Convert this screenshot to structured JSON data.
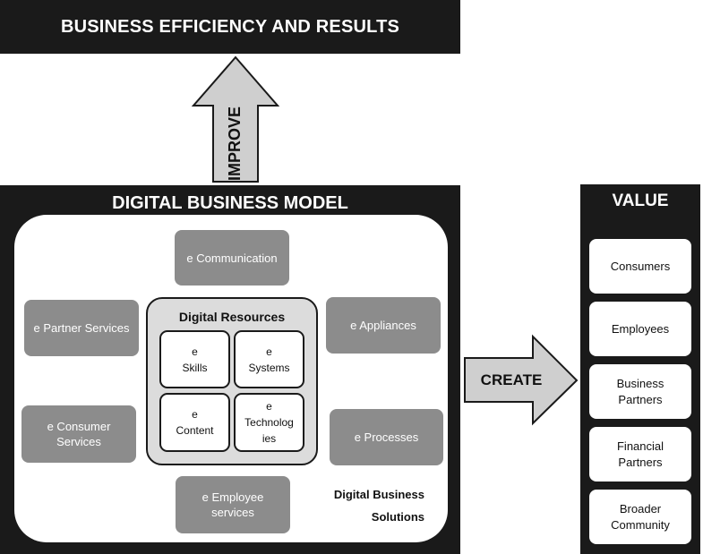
{
  "top_banner": {
    "title": "BUSINESS EFFICIENCY AND RESULTS"
  },
  "improve_arrow": {
    "label": "IMPROVE",
    "fill": "#cfcfcf"
  },
  "create_arrow": {
    "label": "CREATE",
    "fill": "#cfcfcf"
  },
  "model": {
    "title": "DIGITAL BUSINESS MODEL",
    "solutions": [
      "e Communication",
      "e Partner Services",
      "e Appliances",
      "e Consumer Services",
      "e Processes",
      "e Employee services"
    ],
    "resources": {
      "title": "Digital Resources",
      "cells": [
        [
          "e",
          "Skills"
        ],
        [
          "e",
          "Systems"
        ],
        [
          "e",
          "Content"
        ],
        [
          "e",
          "Technolog",
          "ies"
        ]
      ]
    },
    "solutions_label": [
      "Digital Business",
      "Solutions"
    ]
  },
  "value": {
    "title": "VALUE",
    "items": [
      [
        "Consumers"
      ],
      [
        "Employees"
      ],
      [
        "Business",
        "Partners"
      ],
      [
        "Financial",
        "Partners"
      ],
      [
        "Broader",
        "Community"
      ]
    ]
  },
  "colors": {
    "panel_dark": "#1a1a1a",
    "solution_box": "#8c8c8c",
    "resources_bg": "#dcdcdc"
  }
}
